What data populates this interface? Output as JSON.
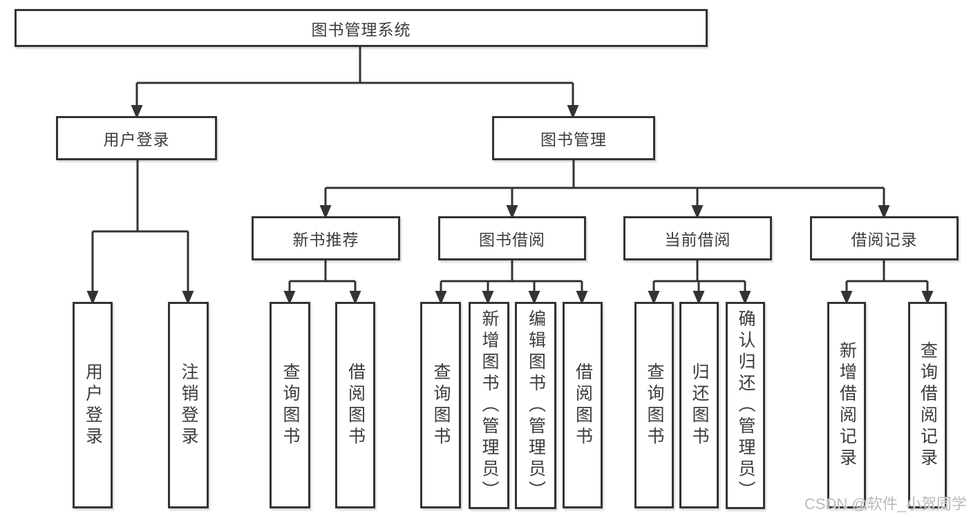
{
  "diagram": {
    "type": "hierarchy-tree",
    "title": "图书管理系统",
    "watermark": "CSDN @软件_小贺同学",
    "colors": {
      "line": "#333333",
      "text": "#3c3c3c",
      "background": "#ffffff",
      "watermark": "#b4b8bc"
    },
    "nodes": {
      "root": {
        "label": "图书管理系统",
        "level": 1,
        "parent": null
      },
      "user_login": {
        "label": "用户登录",
        "level": 2,
        "parent": "root"
      },
      "book_mgmt": {
        "label": "图书管理",
        "level": 2,
        "parent": "root"
      },
      "new_book_rec": {
        "label": "新书推荐",
        "level": 3,
        "parent": "book_mgmt"
      },
      "book_borrow": {
        "label": "图书借阅",
        "level": 3,
        "parent": "book_mgmt"
      },
      "current_borrow": {
        "label": "当前借阅",
        "level": 3,
        "parent": "book_mgmt"
      },
      "borrow_records": {
        "label": "借阅记录",
        "level": 3,
        "parent": "book_mgmt"
      },
      "leaf_user_login": {
        "label": "用户登录",
        "level": 4,
        "parent": "user_login"
      },
      "leaf_logout": {
        "label": "注销登录",
        "level": 4,
        "parent": "user_login"
      },
      "leaf_query_book_rec": {
        "label": "查询图书",
        "level": 4,
        "parent": "new_book_rec"
      },
      "leaf_borrow_book_rec": {
        "label": "借阅图书",
        "level": 4,
        "parent": "new_book_rec"
      },
      "leaf_query_book_borrow": {
        "label": "查询图书",
        "level": 4,
        "parent": "book_borrow"
      },
      "leaf_add_book": {
        "label": "新增图书（管理员）",
        "level": 4,
        "parent": "book_borrow"
      },
      "leaf_edit_book": {
        "label": "编辑图书（管理员）",
        "level": 4,
        "parent": "book_borrow"
      },
      "leaf_borrow_book": {
        "label": "借阅图书",
        "level": 4,
        "parent": "book_borrow"
      },
      "leaf_query_book_current": {
        "label": "查询图书",
        "level": 4,
        "parent": "current_borrow"
      },
      "leaf_return_book": {
        "label": "归还图书",
        "level": 4,
        "parent": "current_borrow"
      },
      "leaf_confirm_return": {
        "label": "确认归还（管理员）",
        "level": 4,
        "parent": "current_borrow"
      },
      "leaf_add_record": {
        "label": "新增借阅记录",
        "level": 4,
        "parent": "borrow_records"
      },
      "leaf_query_record": {
        "label": "查询借阅记录",
        "level": 4,
        "parent": "borrow_records"
      }
    }
  }
}
